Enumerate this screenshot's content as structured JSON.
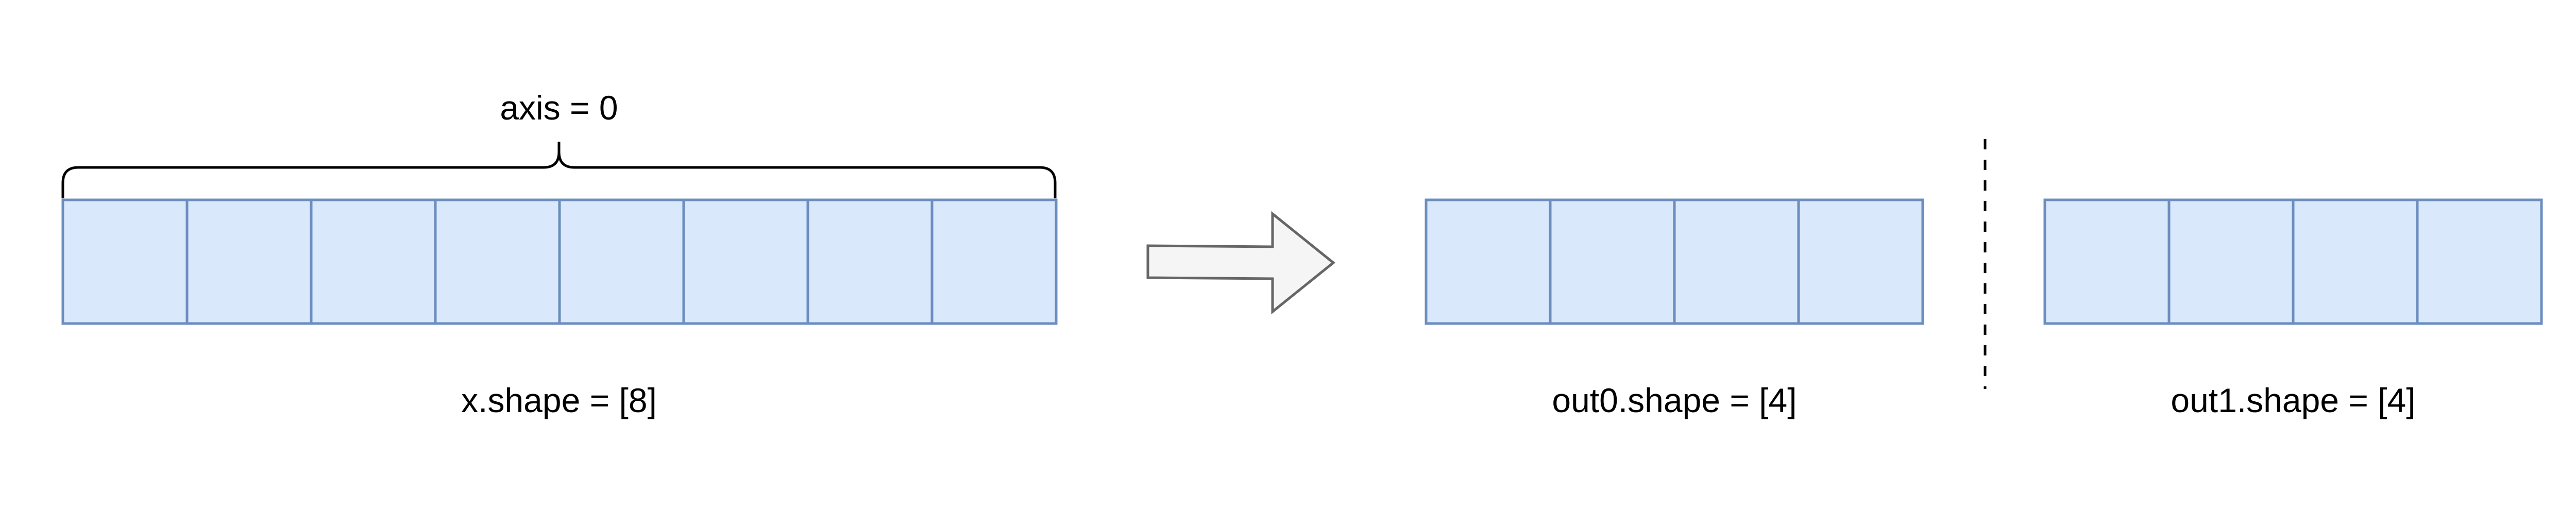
{
  "diagram": {
    "operation": "split",
    "input": {
      "label": "x.shape = [8]",
      "cells": 8
    },
    "axis_label": "axis = 0",
    "outputs": [
      {
        "label": "out0.shape = [4]",
        "cells": 4
      },
      {
        "label": "out1.shape = [4]",
        "cells": 4
      }
    ],
    "colors": {
      "cell_fill": "#dae8fc",
      "cell_stroke": "#6c8ebf",
      "arrow_fill": "#f5f5f5",
      "arrow_stroke": "#666666"
    }
  }
}
